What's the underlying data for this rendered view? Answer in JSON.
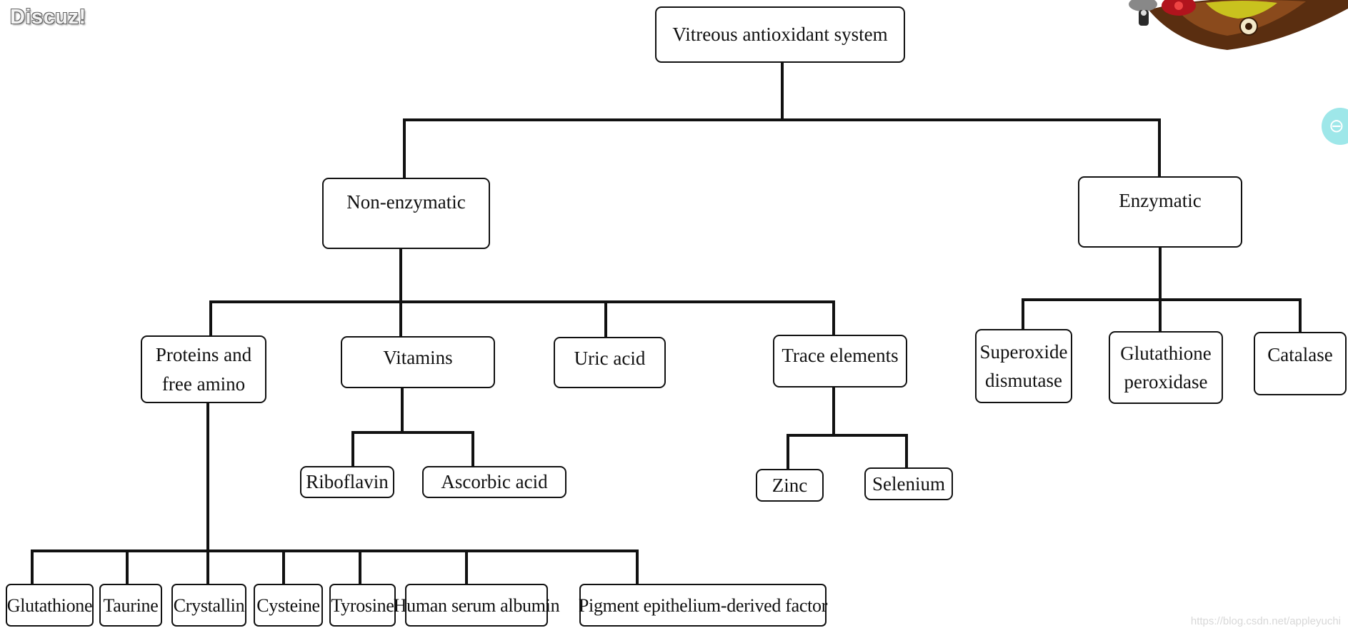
{
  "forum_logo": "Discuz!",
  "watermark": "https://blog.csdn.net/appleyuchi",
  "diagram": {
    "root": "Vitreous antioxidant system",
    "non_enzymatic": {
      "label": "Non-enzymatic",
      "proteins": {
        "label_line1": "Proteins and",
        "label_line2": "free amino",
        "items": [
          "Glutathione",
          "Taurine",
          "Crystallin",
          "Cysteine",
          "Tyrosine",
          "Human serum albumin",
          "Pigment epithelium-derived factor"
        ]
      },
      "vitamins": {
        "label": "Vitamins",
        "items": [
          "Riboflavin",
          "Ascorbic acid"
        ]
      },
      "uric_acid": "Uric acid",
      "trace_elements": {
        "label": "Trace elements",
        "items": [
          "Zinc",
          "Selenium"
        ]
      }
    },
    "enzymatic": {
      "label": "Enzymatic",
      "superoxide": {
        "line1": "Superoxide",
        "line2": "dismutase"
      },
      "glutathione_peroxidase": {
        "line1": "Glutathione",
        "line2": "peroxidase"
      },
      "catalase": "Catalase"
    }
  },
  "icons": {
    "side_button": "collapse-icon",
    "corner_decoration": "cartoon-decoration-icon"
  }
}
